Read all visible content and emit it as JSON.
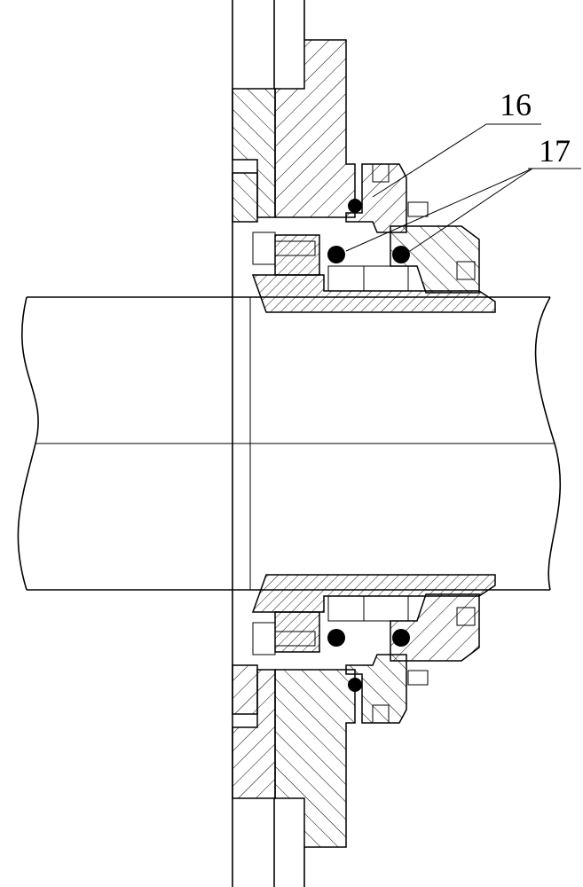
{
  "callouts": [
    {
      "id": "16",
      "label": "16"
    },
    {
      "id": "17",
      "label": "17"
    }
  ],
  "colors": {
    "line": "#000000",
    "background": "#ffffff"
  }
}
